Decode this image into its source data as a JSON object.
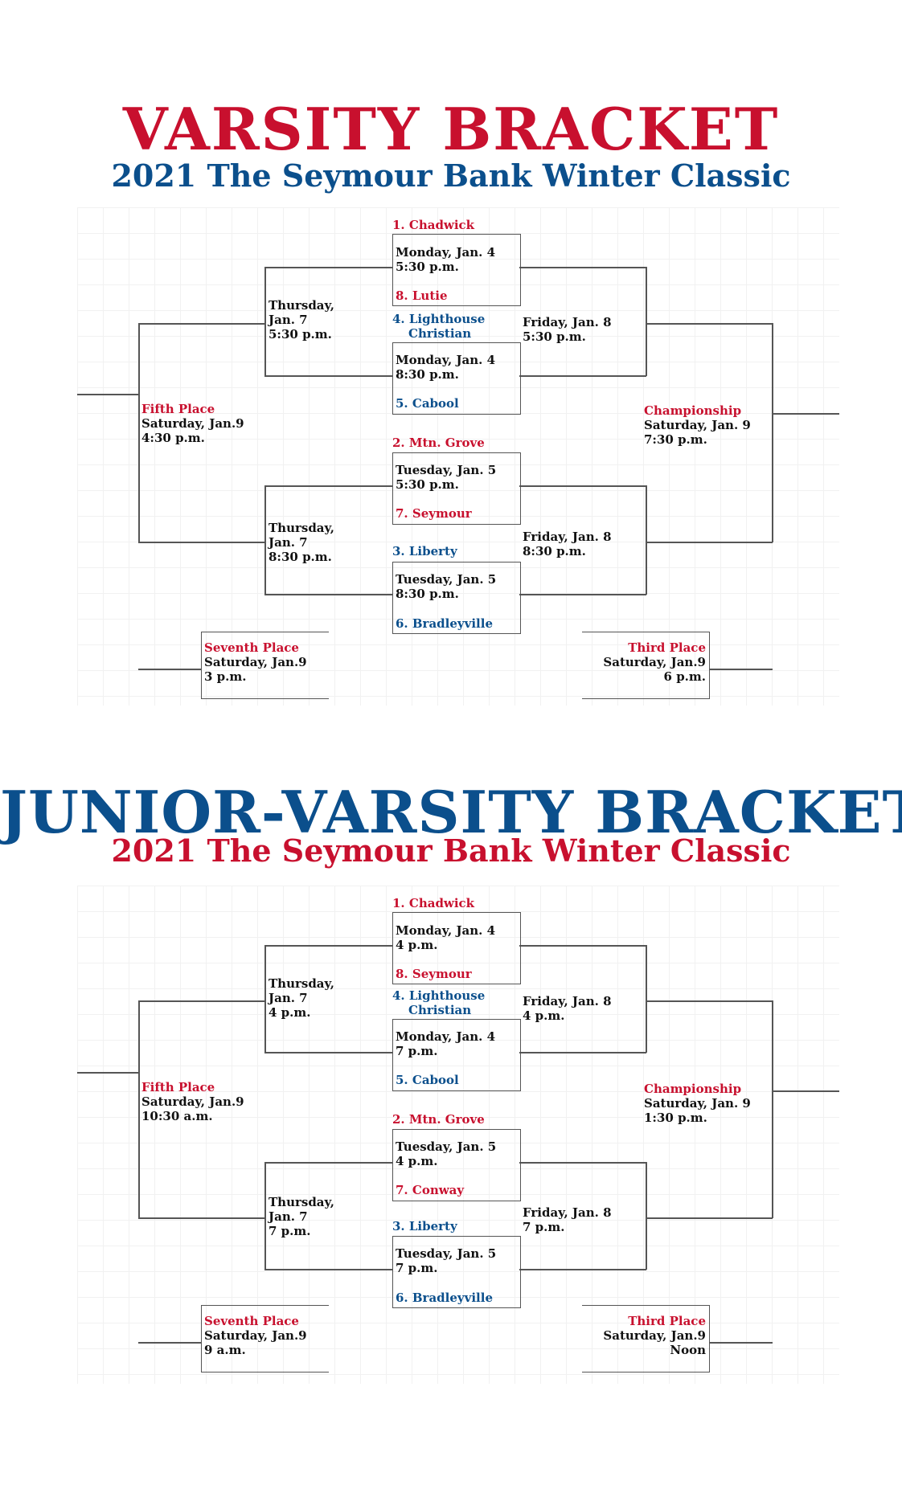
{
  "varsity": {
    "title": "VARSITY BRACKET",
    "subtitle": "2021 The Seymour Bank Winter Classic",
    "teams": {
      "t1": "1. Chadwick",
      "t8": "8. Lutie",
      "t4a": "4. Lighthouse",
      "t4b": "Christian",
      "t5": "5. Cabool",
      "t2": "2. Mtn. Grove",
      "t7": "7. Seymour",
      "t3": "3. Liberty",
      "t6": "6. Bradleyville"
    },
    "games": {
      "g1": [
        "Monday, Jan. 4",
        "5:30 p.m."
      ],
      "g2": [
        "Monday, Jan. 4",
        "8:30 p.m."
      ],
      "g3": [
        "Tuesday, Jan. 5",
        "5:30 p.m."
      ],
      "g4": [
        "Tuesday, Jan. 5",
        "8:30 p.m."
      ],
      "cons1": [
        "Thursday,",
        "Jan. 7",
        "5:30 p.m."
      ],
      "cons2": [
        "Thursday,",
        "Jan. 7",
        "8:30 p.m."
      ],
      "semi1": [
        "Friday, Jan. 8",
        "5:30 p.m."
      ],
      "semi2": [
        "Friday, Jan. 8",
        "8:30 p.m."
      ]
    },
    "fifth": {
      "label": "Fifth Place",
      "date": "Saturday, Jan.9",
      "time": "4:30 p.m."
    },
    "championship": {
      "label": "Championship",
      "date": "Saturday, Jan. 9",
      "time": "7:30 p.m."
    },
    "seventh": {
      "label": "Seventh Place",
      "date": "Saturday, Jan.9",
      "time": "3 p.m."
    },
    "third": {
      "label": "Third Place",
      "date": "Saturday, Jan.9",
      "time": "6 p.m."
    }
  },
  "jv": {
    "title": "JUNIOR-VARSITY BRACKET",
    "subtitle": "2021 The Seymour Bank Winter Classic",
    "teams": {
      "t1": "1. Chadwick",
      "t8": "8. Seymour",
      "t4a": "4. Lighthouse",
      "t4b": "Christian",
      "t5": "5. Cabool",
      "t2": "2. Mtn. Grove",
      "t7": "7. Conway",
      "t3": "3. Liberty",
      "t6": "6. Bradleyville"
    },
    "games": {
      "g1": [
        "Monday, Jan. 4",
        "4 p.m."
      ],
      "g2": [
        "Monday, Jan. 4",
        "7 p.m."
      ],
      "g3": [
        "Tuesday, Jan. 5",
        "4 p.m."
      ],
      "g4": [
        "Tuesday, Jan. 5",
        "7 p.m."
      ],
      "cons1": [
        "Thursday,",
        "Jan. 7",
        "4 p.m."
      ],
      "cons2": [
        "Thursday,",
        "Jan. 7",
        "7 p.m."
      ],
      "semi1": [
        "Friday, Jan. 8",
        "4 p.m."
      ],
      "semi2": [
        "Friday, Jan. 8",
        "7 p.m."
      ]
    },
    "fifth": {
      "label": "Fifth Place",
      "date": "Saturday, Jan.9",
      "time": "10:30 a.m."
    },
    "championship": {
      "label": "Championship",
      "date": "Saturday, Jan. 9",
      "time": "1:30 p.m."
    },
    "seventh": {
      "label": "Seventh Place",
      "date": "Saturday, Jan.9",
      "time": "9 a.m."
    },
    "third": {
      "label": "Third Place",
      "date": "Saturday, Jan.9",
      "time": "Noon"
    }
  },
  "colors": {
    "red": "#c8102e",
    "blue": "#0b4f8c",
    "line": "#555555"
  }
}
